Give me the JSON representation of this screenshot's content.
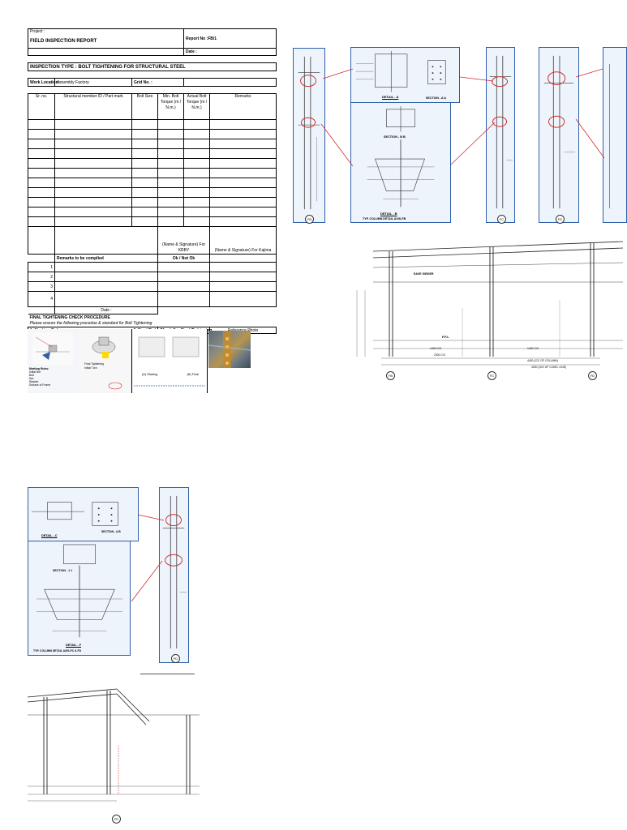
{
  "report": {
    "project_label": "Project :",
    "title": "FIELD INSPECTION REPORT",
    "report_no_label": "Report No :FB/1",
    "date_label": "Date :",
    "inspection_type": "INSPECTION TYPE : BOLT TIGHTENING FOR STRUCTURAL STEEL",
    "work_location_label": "Work Location :",
    "work_location_value": "Assembly Factory",
    "grid_no_label": "Grid No. :",
    "columns": [
      "Sr. no.",
      "Structural member ID / Part mark",
      "Bolt Size",
      "Min. Bolt Torque (m / N.m.)",
      "Actual Bolt Torque (m / N.m.)",
      "Remarks"
    ],
    "signature_left": "(Name & Signature) For KRBY",
    "signature_right": "(Name & Signature) For Kajima",
    "remarks_header": "Remarks to be complied",
    "ok_header": "Ok / Not Ok",
    "remark_rows": [
      "1",
      "2",
      "3",
      "4"
    ],
    "date_bottom": "Date :",
    "procedure_title": "FINAL TIGHTENING CHECK PROCEDURE",
    "procedure_note": "Please ensure the following procedue & standard for Bolt Tightening",
    "procedure_cols": [
      "1. Marking Rules",
      "2. Final Tightening",
      "Check For Final Tightening",
      "Reference Photo"
    ],
    "marking_rules_text": [
      "Marking Rules:",
      "Initial line",
      "Bolt",
      "Nut",
      "Washer",
      "Surface of Frame"
    ],
    "final_tightening_text": [
      "Final Tightening",
      "Initial Turn"
    ],
    "check_text": [
      "(A) Starting",
      "(B) Final"
    ]
  },
  "drawings": {
    "detail_a_title": "DETAIL - A",
    "section_aa": "SECTION - A A",
    "section_bb": "SECTION - B B",
    "detail_b_title": "DETAIL - B",
    "detail_b_sub": "TYP. COLUMN DETAIL AXIS-FB",
    "detail_c_title": "DETAIL - C",
    "section_ab": "SECTION - A B",
    "section_11": "SECTION - 1 1",
    "detail_f_title": "DETAIL - F",
    "detail_f_sub": "TYP. COLUMN DETAIL AXIS-FC & FD",
    "grid_tags": [
      "FB",
      "FC",
      "FD",
      "FB",
      "FC",
      "FD",
      "FD",
      "FD"
    ],
    "elevation_labels": [
      "EAVE GIRDER",
      "F.F.L",
      "1400 C/C",
      "2300 C/C",
      "4400 (C/C OF COLUMN)",
      "4300 (O/O OF COMS. LINE)"
    ]
  },
  "colors": {
    "accent_blue": "#2f5fa8",
    "callout_red": "#d22b2b",
    "sheet_fill": "#eef4fb",
    "highlight_yellow": "#ffd800"
  }
}
